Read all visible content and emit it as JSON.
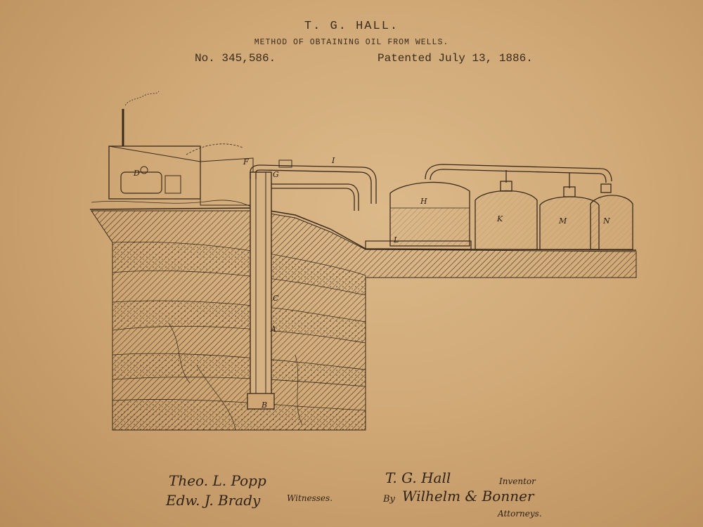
{
  "header": {
    "inventor": "T. G. HALL.",
    "title": "METHOD OF OBTAINING OIL FROM WELLS.",
    "patent_no": "No. 345,586.",
    "patent_date": "Patented July 13, 1886."
  },
  "labels": {
    "F": "F",
    "I": "I",
    "G": "G",
    "H": "H",
    "K": "K",
    "M": "M",
    "N": "N",
    "L": "L",
    "D": "D",
    "C": "C",
    "A": "A",
    "B": "B"
  },
  "signatures": {
    "witness1": "Theo. L. Popp",
    "witness2": "Edw. J. Brady",
    "witnesses": "Witnesses.",
    "inventor_sig": "T. G. Hall",
    "inventor_word": "Inventor",
    "by": "By",
    "attorney_sig": "Wilhelm & Bonner",
    "attorneys": "Attorneys."
  }
}
